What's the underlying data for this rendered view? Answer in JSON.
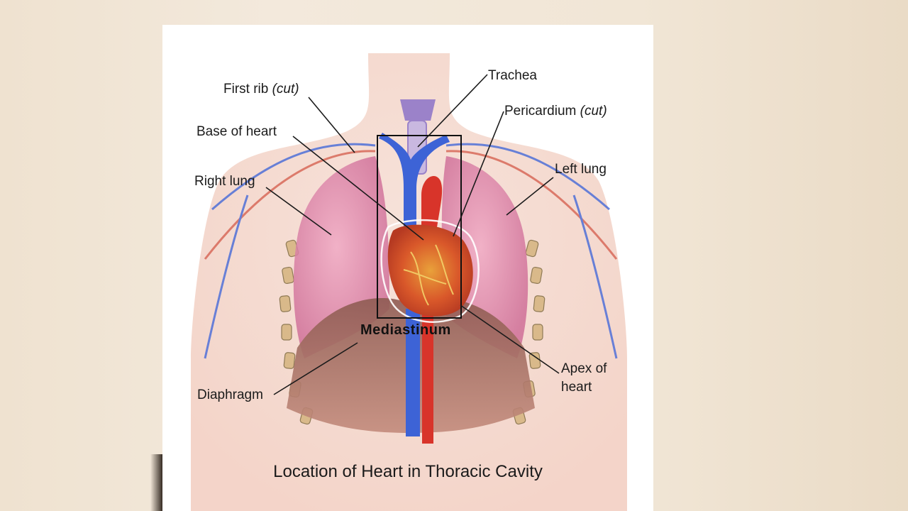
{
  "labels": {
    "first_rib": "First rib",
    "first_rib_note": "(cut)",
    "trachea": "Trachea",
    "pericardium": "Pericardium",
    "pericardium_note": "(cut)",
    "base_of_heart": "Base of heart",
    "right_lung": "Right lung",
    "left_lung": "Left lung",
    "mediastinum": "Mediastinum",
    "apex_line1": "Apex of",
    "apex_line2": "heart",
    "diaphragm": "Diaphragm"
  },
  "caption": "Location of Heart in Thoracic Cavity",
  "colors": {
    "background": "#f1e6d6",
    "panel": "#ffffff",
    "skin": "#f3d9cf",
    "lung": "#e48fb0",
    "diaphragm": "#b5766a",
    "vein": "#3d63d6",
    "artery": "#d8342a",
    "heart": "#d55a2a",
    "trachea": "#9b82c9",
    "leader_line": "#1b1b1b"
  }
}
